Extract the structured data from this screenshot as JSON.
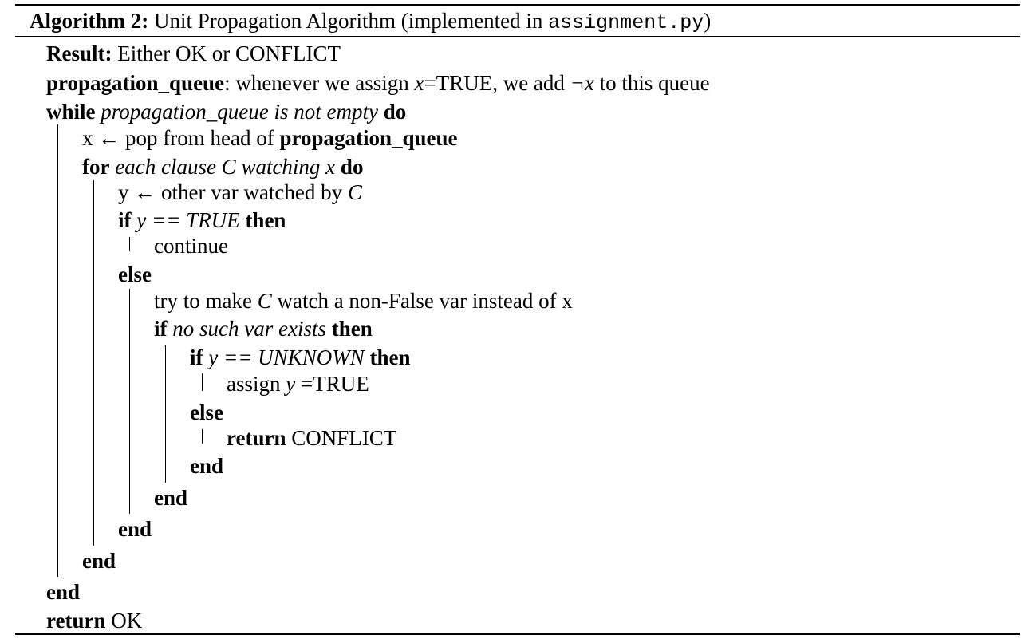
{
  "caption": {
    "label": "Algorithm 2:",
    "title": "Unit Propagation Algorithm (implemented in ",
    "file": "assignment.py",
    "close": ")"
  },
  "lines": {
    "result_kw": "Result:",
    "result_text": "Either OK or CONFLICT",
    "pq_kw": "propagation_queue",
    "pq_text_a": ": whenever we assign ",
    "pq_x": "x",
    "pq_text_b": "=TRUE, we add ",
    "pq_neg": "¬x",
    "pq_text_c": " to this queue",
    "while_kw": "while",
    "while_cond": "propagation_queue is not empty",
    "do_kw": "do",
    "pop_text": "x ← pop from head of ",
    "pop_kw": "propagation_queue",
    "for_kw": "for",
    "for_cond": "each clause C watching x",
    "y_text": "y ← other var watched by ",
    "y_c": "C",
    "if_kw": "if",
    "if1_cond": "y == TRUE",
    "then_kw": "then",
    "continue_text": "continue",
    "else_kw": "else",
    "try_a": "try to make ",
    "try_c": "C",
    "try_b": " watch a non-False var instead of x",
    "if2_cond": "no such var exists",
    "if3_cond": "y == UNKNOWN",
    "assign_a": "assign ",
    "assign_y": "y",
    "assign_b": " =TRUE",
    "return_kw": "return",
    "conflict_text": "CONFLICT",
    "end_kw": "end",
    "ok_text": "OK"
  }
}
